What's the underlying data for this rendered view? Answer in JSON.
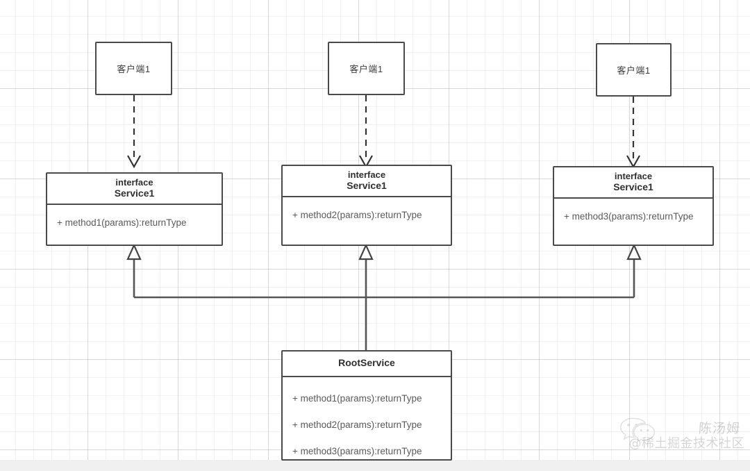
{
  "canvas": {
    "background": "#ffffff",
    "grid_color": "#d9d9d9",
    "stroke_color": "#4a4a4a",
    "text_color": "#3c3c3c",
    "member_color": "#5a5a5a"
  },
  "clients": [
    {
      "label": "客户端1"
    },
    {
      "label": "客户端1"
    },
    {
      "label": "客户端1"
    }
  ],
  "interfaces": [
    {
      "stereotype": "interface",
      "name": "Service1",
      "members": [
        "+ method1(params):returnType"
      ]
    },
    {
      "stereotype": "interface",
      "name": "Service1",
      "members": [
        "+ method2(params):returnType"
      ]
    },
    {
      "stereotype": "interface",
      "name": "Service1",
      "members": [
        "+ method3(params):returnType"
      ]
    }
  ],
  "root_class": {
    "name": "RootService",
    "members": [
      "+ method1(params):returnType",
      "+ method2(params):returnType",
      "+ method3(params):returnType"
    ]
  },
  "relations": {
    "dependency_style": "dashed-open-arrow",
    "inheritance_style": "solid-hollow-triangle"
  },
  "watermark": {
    "name": "陈汤姆",
    "handle": "@稀土掘金技术社区",
    "logo": "wechat-logo"
  }
}
